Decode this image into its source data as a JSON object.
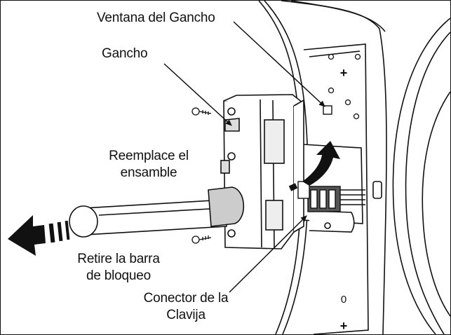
{
  "labels": {
    "hook_window": "Ventana del Gancho",
    "hook": "Gancho",
    "replace_assembly": [
      "Reemplace el",
      "ensamble"
    ],
    "remove_lock_bar": [
      "Retire la barra",
      "de bloqueo"
    ],
    "plug_connector": [
      "Conector de la",
      "Clavija"
    ]
  },
  "panel_marks": [
    "+",
    "+"
  ],
  "panel_digit": "0",
  "colors": {
    "line": "#111111",
    "fill": "#ffffff",
    "shade": "#d9d9d9",
    "dark": "#444444"
  }
}
